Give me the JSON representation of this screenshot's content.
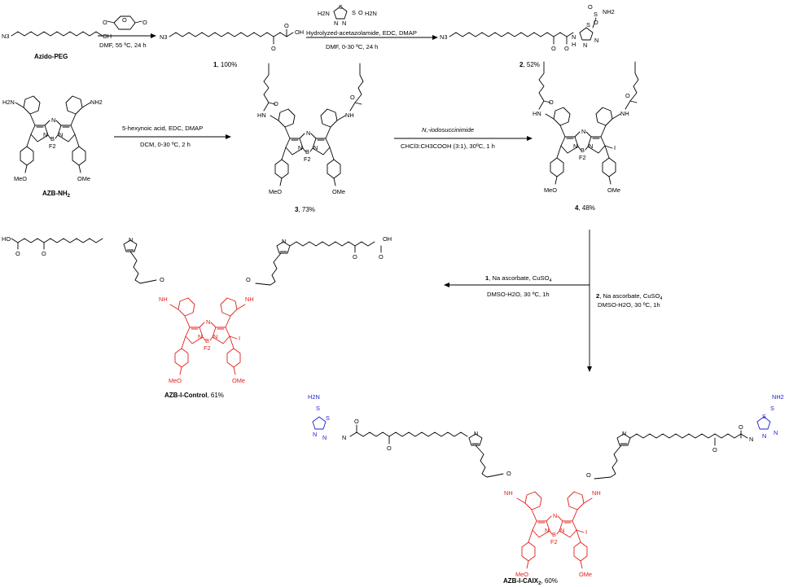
{
  "compounds": {
    "azido_peg": {
      "name": "Azido-PEG",
      "n3": "N3",
      "oh": "OH"
    },
    "c1": {
      "num": "1",
      "yield": ", 100%",
      "n3": "N3",
      "oh": "OH"
    },
    "c2": {
      "num": "2",
      "yield": ", 52%"
    },
    "azb_nh2": {
      "name": "AZB-NH",
      "sub": "2"
    },
    "c3": {
      "num": "3",
      "yield": ", 73%"
    },
    "c4": {
      "num": "4",
      "yield": ", 48%"
    },
    "control": {
      "name": "AZB-I-Control",
      "yield": ", 61%"
    },
    "caix2": {
      "name": "AZB-I-CAIX",
      "sub": "2",
      "yield": ", 60%"
    }
  },
  "reactions": {
    "r1": {
      "line1": "DMF, 55 ºC, 24 h"
    },
    "r2": {
      "line1": "Hydrolyzed-acetazolamide, EDC, DMAP",
      "line2": "DMF, 0-30 ºC, 24 h"
    },
    "r3": {
      "line1": "5-hexynoic acid, EDC, DMAP",
      "line2": "DCM, 0-30 ºC, 2 h"
    },
    "r4": {
      "line1": "N,-iodosuccinimide",
      "line2": "CHCl3:CH3COOH (3:1), 30ºC, 1 h"
    },
    "r5": {
      "line1": "1, Na ascorbate, CuSO4",
      "line2": "DMSO-H2O, 30 ºC, 1h"
    },
    "r6": {
      "line1": "2, Na ascorbate, CuSO4",
      "line2": "DMSO-H2O, 30 ºC, 1h"
    }
  },
  "atoms": {
    "nh2": "NH2",
    "n": "N",
    "b": "B",
    "f2": "F2",
    "meo": "MeO",
    "ome": "OMe",
    "nh": "NH",
    "hn": "HN",
    "i": "I",
    "o": "O",
    "s": "S",
    "ho": "HO",
    "oh": "OH",
    "h2n": "H2N",
    "so2nh2_s": "S",
    "h": "H",
    "n3": "N3"
  },
  "colors": {
    "core": "#e0201b",
    "acetazolamide": "#1d1dd6",
    "default": "#000000"
  }
}
